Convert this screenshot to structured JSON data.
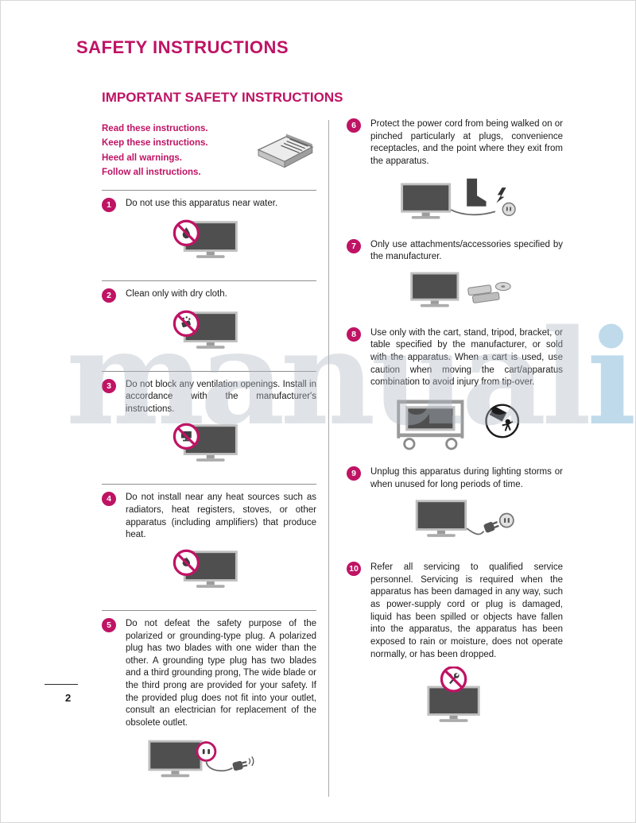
{
  "page": {
    "title": "SAFETY INSTRUCTIONS",
    "subtitle": "IMPORTANT SAFETY INSTRUCTIONS",
    "page_number": "2",
    "watermark_text": "manual",
    "watermark_accent": "i",
    "accent_color": "#bf1364",
    "watermark_color": "rgba(176,186,196,0.40)",
    "watermark_accent_color": "rgba(128,181,216,0.50)"
  },
  "intro": {
    "lines": [
      "Read these instructions.",
      "Keep these instructions.",
      "Heed all warnings.",
      "Follow all instructions."
    ],
    "icon": "manual-book-icon"
  },
  "instructions": [
    {
      "number": "1",
      "column": "left",
      "illustration": "no-water-illustration",
      "text": "Do not use this apparatus near water."
    },
    {
      "number": "2",
      "column": "left",
      "illustration": "no-wet-cloth-illustration",
      "text": "Clean only with dry cloth."
    },
    {
      "number": "3",
      "column": "left",
      "illustration": "no-block-vents-illustration",
      "text": "Do not block any ventilation openings. Install in accordance with the manufacturer's instructions."
    },
    {
      "number": "4",
      "column": "left",
      "illustration": "no-heat-illustration",
      "text": "Do not install near any heat sources such as radiators, heat registers, stoves, or other apparatus (including amplifiers) that produce heat."
    },
    {
      "number": "5",
      "column": "left",
      "illustration": "polarized-plug-illustration",
      "text": "Do not defeat the safety purpose of the polarized or grounding-type plug. A polarized plug has two blades with one wider than the other. A grounding type plug has two blades and a third grounding prong, The wide blade or the third prong are provided for your safety. If the provided plug does not fit into your outlet, consult an electrician for replacement of the obsolete outlet."
    },
    {
      "number": "6",
      "column": "right",
      "illustration": "cord-protection-illustration",
      "text": "Protect the power cord from being walked on or pinched particularly at plugs, convenience receptacles, and the point where they exit from the apparatus."
    },
    {
      "number": "7",
      "column": "right",
      "illustration": "accessories-illustration",
      "text": "Only use attachments/accessories specified by the manufacturer."
    },
    {
      "number": "8",
      "column": "right",
      "illustration": "cart-illustration",
      "text": "Use only with the cart, stand, tripod, bracket, or table specified by the manufacturer, or sold with the apparatus. When a cart is used, use caution when moving the cart/apparatus combination to avoid injury from tip-over."
    },
    {
      "number": "9",
      "column": "right",
      "illustration": "unplug-illustration",
      "text": "Unplug this apparatus during lighting storms or when unused for long periods of time."
    },
    {
      "number": "10",
      "column": "right",
      "illustration": "no-service-illustration",
      "text": "Refer all servicing to qualified service personnel. Servicing is required when the apparatus has been damaged in any way, such as power-supply cord or plug is damaged, liquid has been spilled or objects have fallen into the apparatus, the apparatus has been exposed to rain or moisture, does not operate normally, or has been dropped."
    }
  ]
}
